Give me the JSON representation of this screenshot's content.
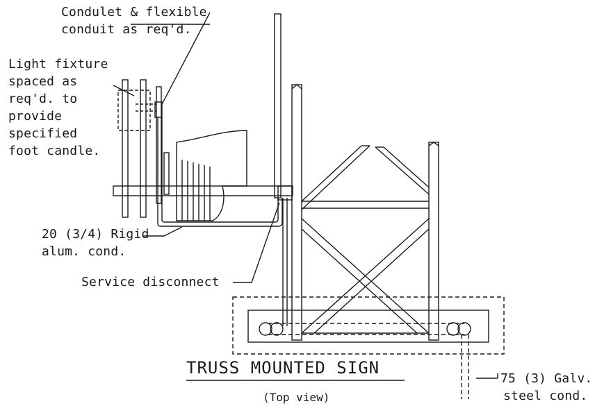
{
  "labels": {
    "condulet_line1": "Condulet & flexible",
    "condulet_line2": "conduit as req'd.",
    "light_lines": [
      "Light fixture",
      "spaced as",
      "req'd. to",
      "provide",
      "specified",
      "foot candle."
    ],
    "rigid_line1": "20 (3/4) Rigid",
    "rigid_line2": "alum. cond.",
    "service": "Service disconnect",
    "galv_line1": "75 (3) Galv.",
    "galv_line2": "steel cond."
  },
  "title": "TRUSS MOUNTED SIGN",
  "subtitle": "(Top view)"
}
